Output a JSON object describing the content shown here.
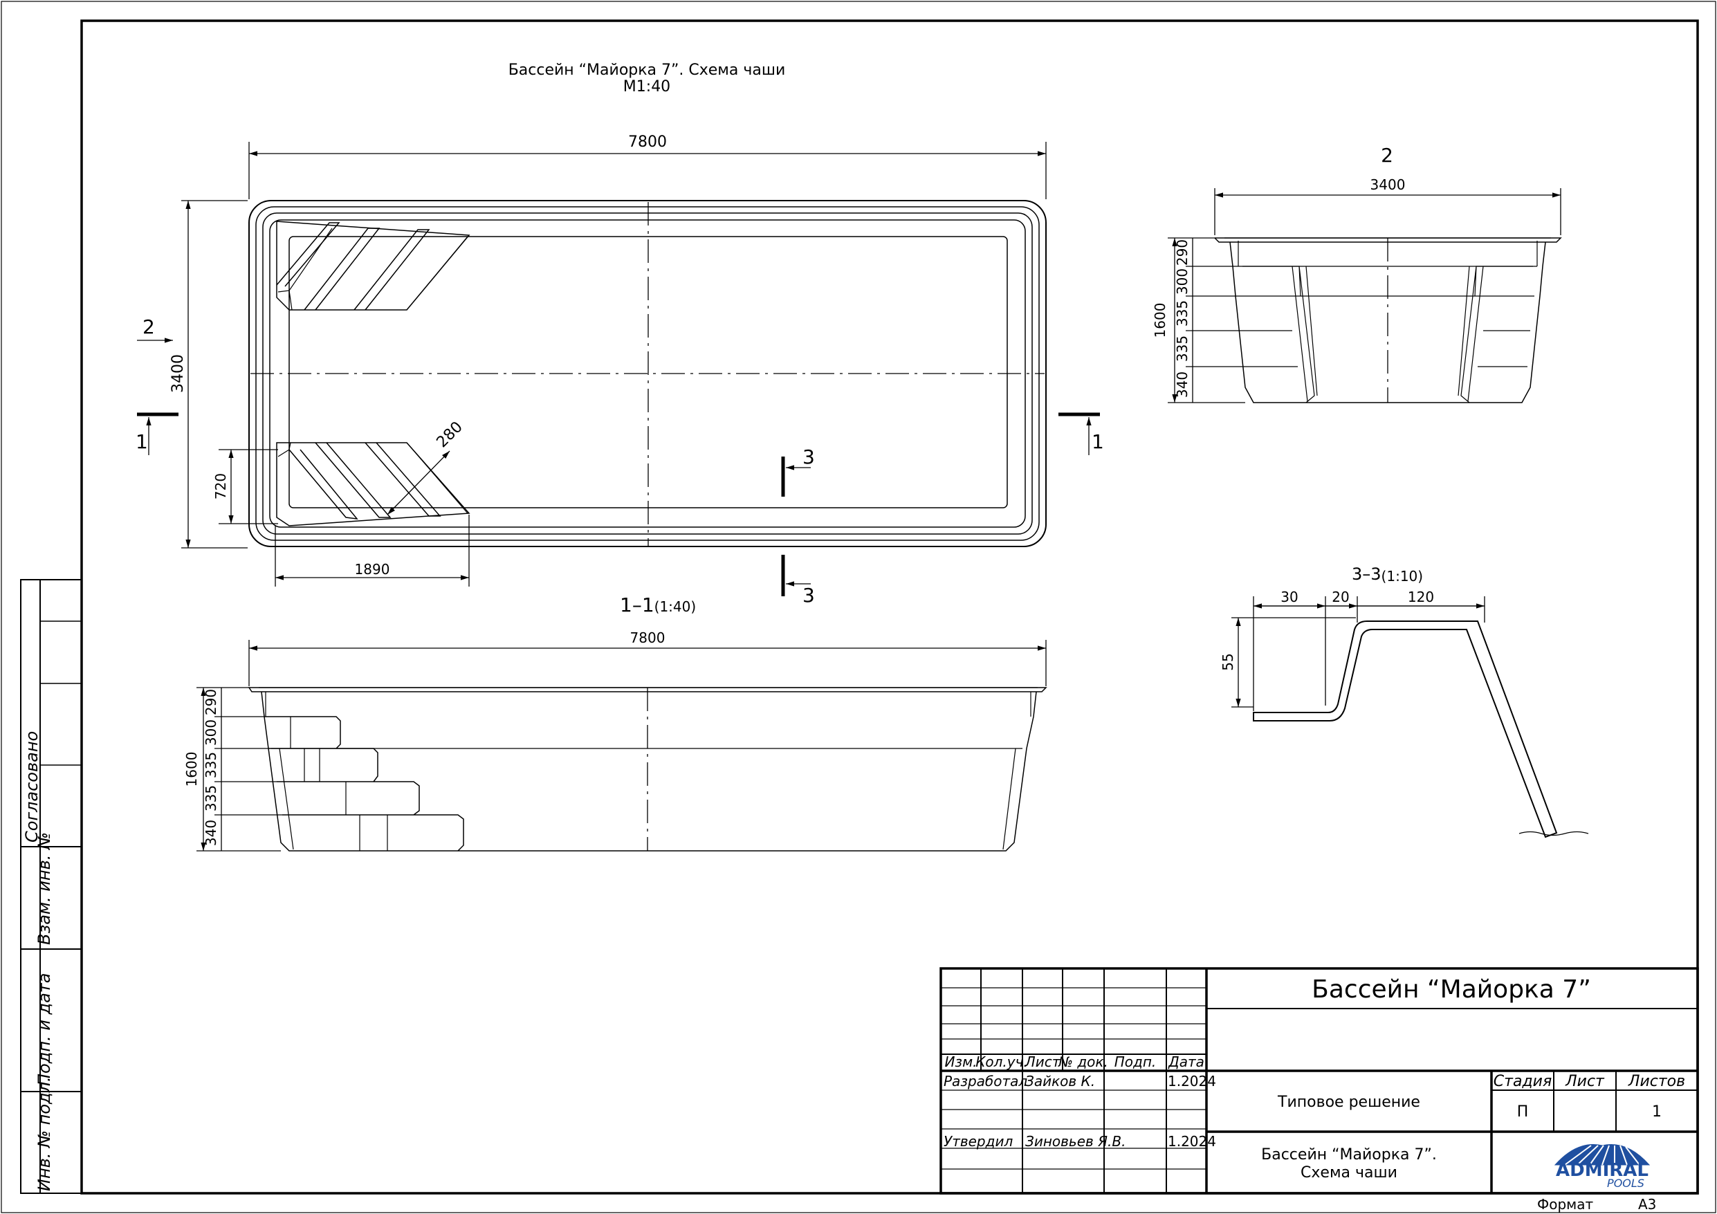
{
  "title": {
    "line1": "Бассейн “Майорка 7”. Схема чаши",
    "line2": "М1:40"
  },
  "plan": {
    "length": "7800",
    "width": "3400",
    "step_width": "720",
    "step_length": "1890",
    "step_diag": "280",
    "section_1": "1",
    "section_2": "2",
    "section_3": "3"
  },
  "section_2": {
    "label": "2",
    "width": "3400",
    "depth": "1600",
    "steps": [
      "290",
      "300",
      "335",
      "335",
      "340"
    ]
  },
  "section_1_1": {
    "label": "1–1",
    "scale": "(1:40)",
    "length": "7800",
    "depth": "1600",
    "steps": [
      "290",
      "300",
      "335",
      "335",
      "340"
    ]
  },
  "section_3_3": {
    "label": "3–3",
    "scale": "(1:10)",
    "dims": [
      "30",
      "20",
      "120"
    ],
    "height": "55"
  },
  "side_stamp": {
    "agreed": "Согласовано",
    "replace_inv": "Взам. инв. №",
    "sign_date": "Подп. и дата",
    "inv_orig": "Инв. № подл."
  },
  "stamp": {
    "project": "Бассейн “Майорка 7”",
    "headers": [
      "Изм.",
      "Кол.уч.",
      "Лист",
      "№ док.",
      "Подп.",
      "Дата"
    ],
    "developed_label": "Разработал",
    "developed_name": "Зайков К.",
    "developed_date": "1.2024",
    "approved_label": "Утвердил",
    "approved_name": "Зиновьев Я.В.",
    "approved_date": "1.2024",
    "doc_type": "Типовое решение",
    "sheet_title_1": "Бассейн “Майорка 7”.",
    "sheet_title_2": "Схема чаши",
    "stage_label": "Стадия",
    "sheet_label": "Лист",
    "sheets_label": "Листов",
    "stage": "П",
    "sheet": "",
    "sheets": "1",
    "logo_main": "ADMIRAL",
    "logo_sub": "POOLS",
    "format_label": "Формат",
    "format": "А3"
  },
  "colors": {
    "ink": "#000000",
    "paper": "#ffffff",
    "logo_blue": "#1f4fa0"
  }
}
